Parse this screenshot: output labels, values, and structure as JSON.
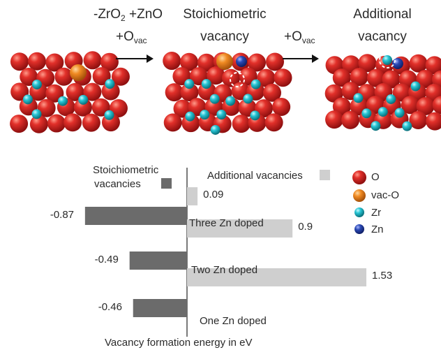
{
  "top": {
    "step1": {
      "line1_parts": [
        "-ZrO",
        "2",
        " +ZnO"
      ],
      "line2_parts": [
        "+O",
        "vac"
      ]
    },
    "step2": {
      "line1_parts": [
        "+O",
        "vac"
      ]
    },
    "structures": [
      {
        "title_lines": []
      },
      {
        "title_lines": [
          "Stoichiometric",
          "vacancy"
        ]
      },
      {
        "title_lines": [
          "Additional",
          "vacancy"
        ]
      }
    ]
  },
  "legend": {
    "items": [
      {
        "label": "O",
        "color": "#d41f1f"
      },
      {
        "label": "vac-O",
        "color": "#f07f1e"
      },
      {
        "label": "Zr",
        "color": "#22c2d0"
      },
      {
        "label": "Zn",
        "color": "#1f3fa0"
      }
    ]
  },
  "chart_data": {
    "type": "bar",
    "orientation": "horizontal",
    "xlabel": "Vacancy formation energy in eV",
    "categories": [
      "Three Zn doped",
      "Two Zn doped",
      "One Zn doped"
    ],
    "series": [
      {
        "name": "Stoichiometric vacancies",
        "color": "#6b6b6b",
        "values": [
          -0.87,
          -0.49,
          -0.46
        ],
        "labels": [
          "-0.87",
          "-0.49",
          "-0.46"
        ]
      },
      {
        "name": "Additional vacancies",
        "color": "#cfcfcf",
        "values": [
          0.09,
          0.9,
          1.53
        ],
        "labels": [
          "0.09",
          "0.9",
          "1.53"
        ]
      }
    ],
    "legend_stoich": [
      "Stoichiometric",
      "vacancies"
    ],
    "legend_additional": "Additional vacancies"
  }
}
